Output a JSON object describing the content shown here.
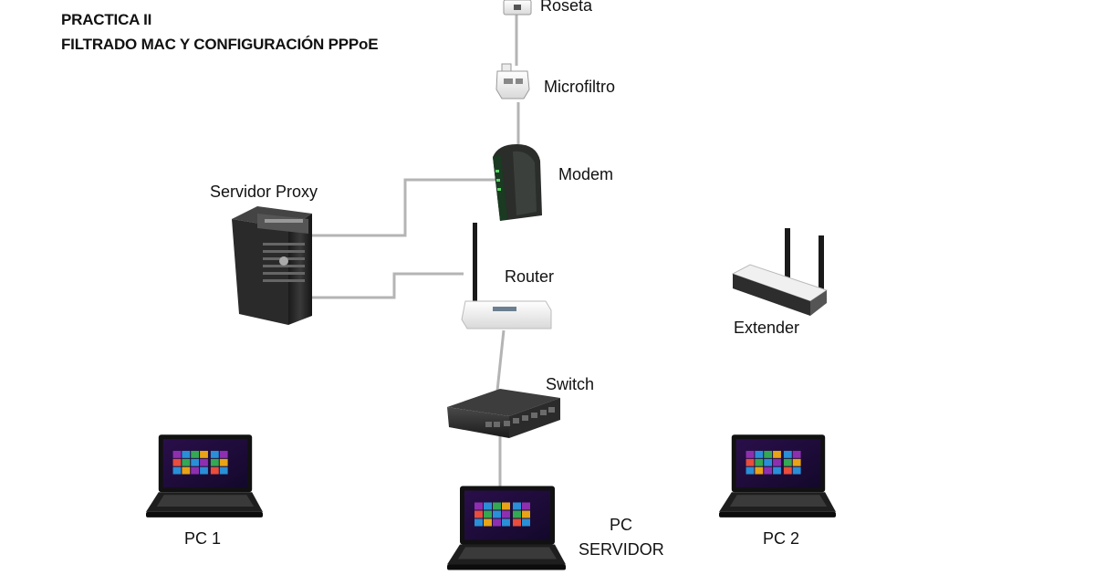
{
  "title": {
    "line1": "PRACTICA II",
    "line2": "FILTRADO MAC Y CONFIGURACIÓN PPPoE"
  },
  "labels": {
    "roseta": "Roseta",
    "microfiltro": "Microfiltro",
    "modem": "Modem",
    "servidor_proxy": "Servidor Proxy",
    "router": "Router",
    "extender": "Extender",
    "switch": "Switch",
    "pc1": "PC 1",
    "pc_servidor_1": "PC",
    "pc_servidor_2": "SERVIDOR",
    "pc2": "PC 2"
  },
  "colors": {
    "cable": "#b4b4b4",
    "screen_tile_1": "#8e2fb0",
    "screen_tile_2": "#2a8fd6",
    "screen_tile_3": "#34a853",
    "screen_tile_4": "#e8a317"
  },
  "icons": [
    "wall-socket-icon",
    "microfilter-icon",
    "modem-icon",
    "server-tower-icon",
    "router-icon",
    "wifi-extender-icon",
    "network-switch-icon",
    "laptop-icon"
  ]
}
